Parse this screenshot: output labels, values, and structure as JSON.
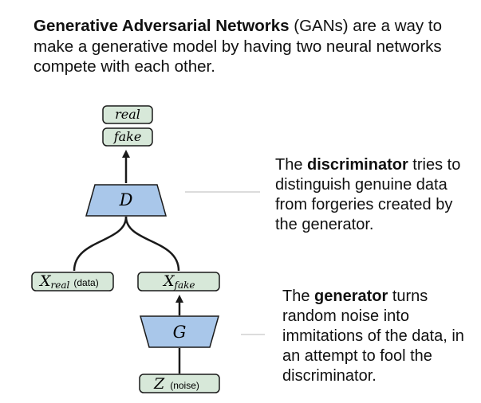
{
  "intro": {
    "bold": "Generative Adversarial Networks",
    "rest": " (GANs) are a way to make a generative model by having two neural networks compete with each other."
  },
  "outputs": {
    "real": "real",
    "fake": "fake"
  },
  "discriminator": {
    "symbol": "D",
    "desc_pre": "The ",
    "desc_bold": "discriminator",
    "desc_post": " tries to distinguish genuine data from forgeries created by the generator."
  },
  "generator": {
    "symbol": "G",
    "desc_pre": "The ",
    "desc_bold": "generator",
    "desc_post": " turns random noise into immitations of the data, in an attempt to fool the discriminator."
  },
  "x_real": {
    "symbol": "X",
    "sub": "real",
    "note": "(data)"
  },
  "x_fake": {
    "symbol": "X",
    "sub": "fake"
  },
  "z": {
    "symbol": "Z",
    "note": "(noise)"
  },
  "colors": {
    "box_fill": "#d7e8d9",
    "net_fill": "#a9c7ea",
    "stroke": "#1a1a1a",
    "leader": "#c8c8c8"
  }
}
